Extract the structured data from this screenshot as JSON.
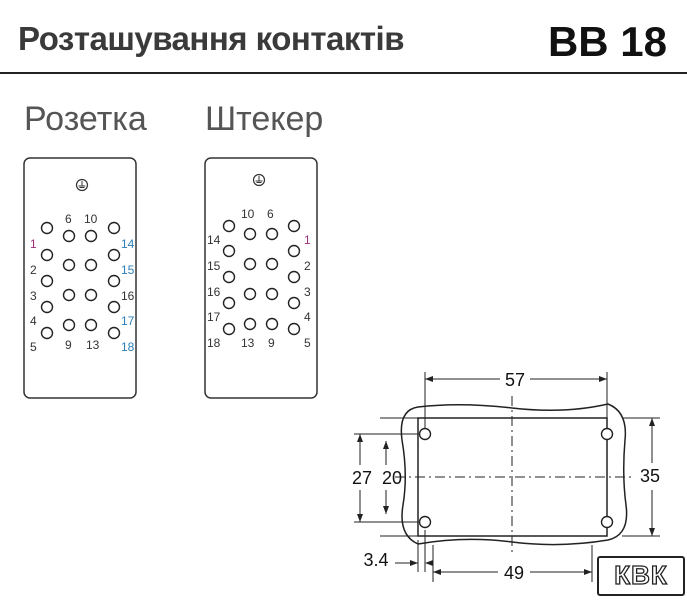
{
  "header": {
    "title": "Розташування контактів",
    "code": "BB 18"
  },
  "socket": {
    "label": "Розетка",
    "pins": [
      {
        "n": "1"
      },
      {
        "n": "2"
      },
      {
        "n": "3"
      },
      {
        "n": "4"
      },
      {
        "n": "5"
      },
      {
        "n": "6"
      },
      {
        "n": "9"
      },
      {
        "n": "10"
      },
      {
        "n": "13"
      },
      {
        "n": "14"
      },
      {
        "n": "15"
      },
      {
        "n": "16"
      },
      {
        "n": "17"
      },
      {
        "n": "18"
      }
    ]
  },
  "plug": {
    "label": "Штекер",
    "pins": [
      {
        "n": "14"
      },
      {
        "n": "15"
      },
      {
        "n": "16"
      },
      {
        "n": "17"
      },
      {
        "n": "18"
      },
      {
        "n": "10"
      },
      {
        "n": "13"
      },
      {
        "n": "6"
      },
      {
        "n": "9"
      },
      {
        "n": "1"
      },
      {
        "n": "2"
      },
      {
        "n": "3"
      },
      {
        "n": "4"
      },
      {
        "n": "5"
      }
    ]
  },
  "dimensions": {
    "width_top": "57",
    "height_left_outer": "27",
    "height_left_inner": "20",
    "height_right": "35",
    "offset_bottom_left": "3.4",
    "width_bottom": "49"
  },
  "logo": {
    "text": "КВК"
  },
  "colors": {
    "pin_label_blue": "#2b7fb8",
    "pin_label_purple": "#9a2f7a",
    "ink": "#1a1a1a"
  }
}
